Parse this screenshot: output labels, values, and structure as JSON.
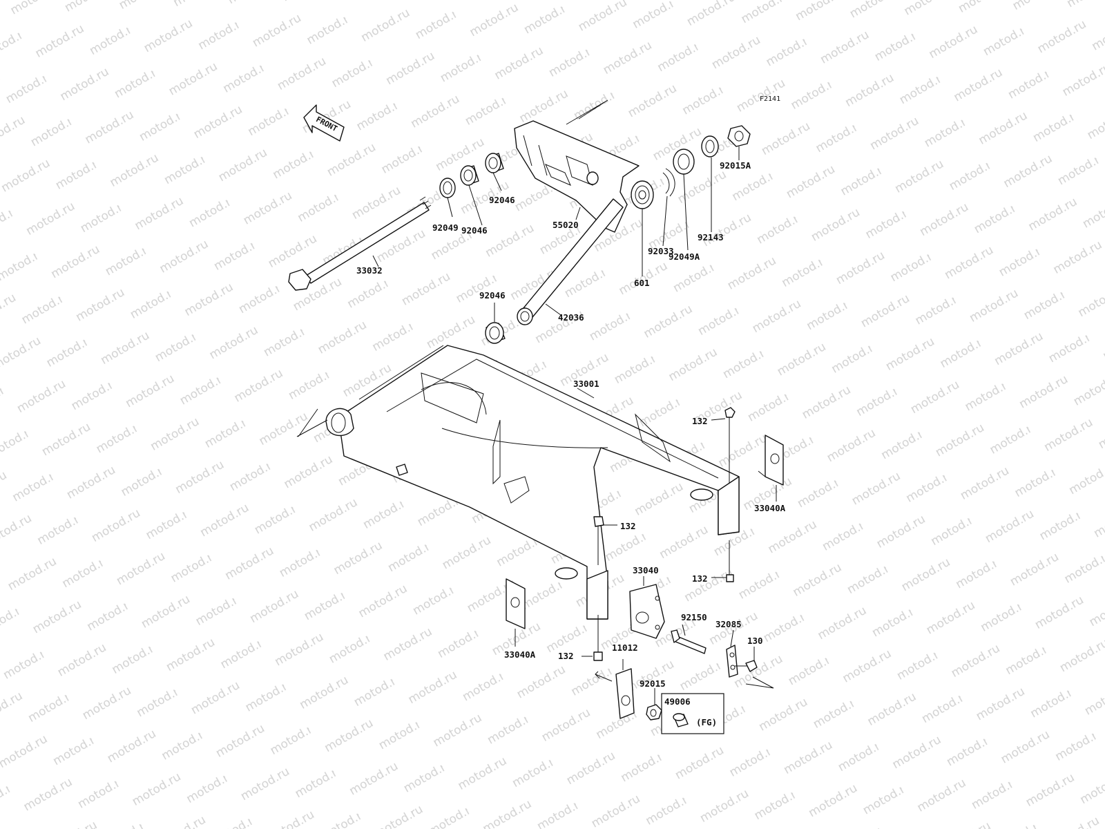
{
  "watermark": "motod.ru",
  "figure_code": "F2141",
  "front_label": "FRONT",
  "parts": {
    "p92049": "92049",
    "p92046a": "92046",
    "p92046b": "92046",
    "p92046c": "92046",
    "p55020": "55020",
    "p33032": "33032",
    "p601": "601",
    "p92033": "92033",
    "p92049A": "92049A",
    "p92143": "92143",
    "p92015A": "92015A",
    "p42036": "42036",
    "p33001": "33001",
    "p132a": "132",
    "p33040Aa": "33040A",
    "p132b": "132",
    "p33040": "33040",
    "p132c": "132",
    "p92150": "92150",
    "p32085": "32085",
    "p130": "130",
    "p33040Ab": "33040A",
    "p132d": "132",
    "p11012": "11012",
    "p92015": "92015",
    "p49006": "49006",
    "pFG": "(FG)"
  }
}
